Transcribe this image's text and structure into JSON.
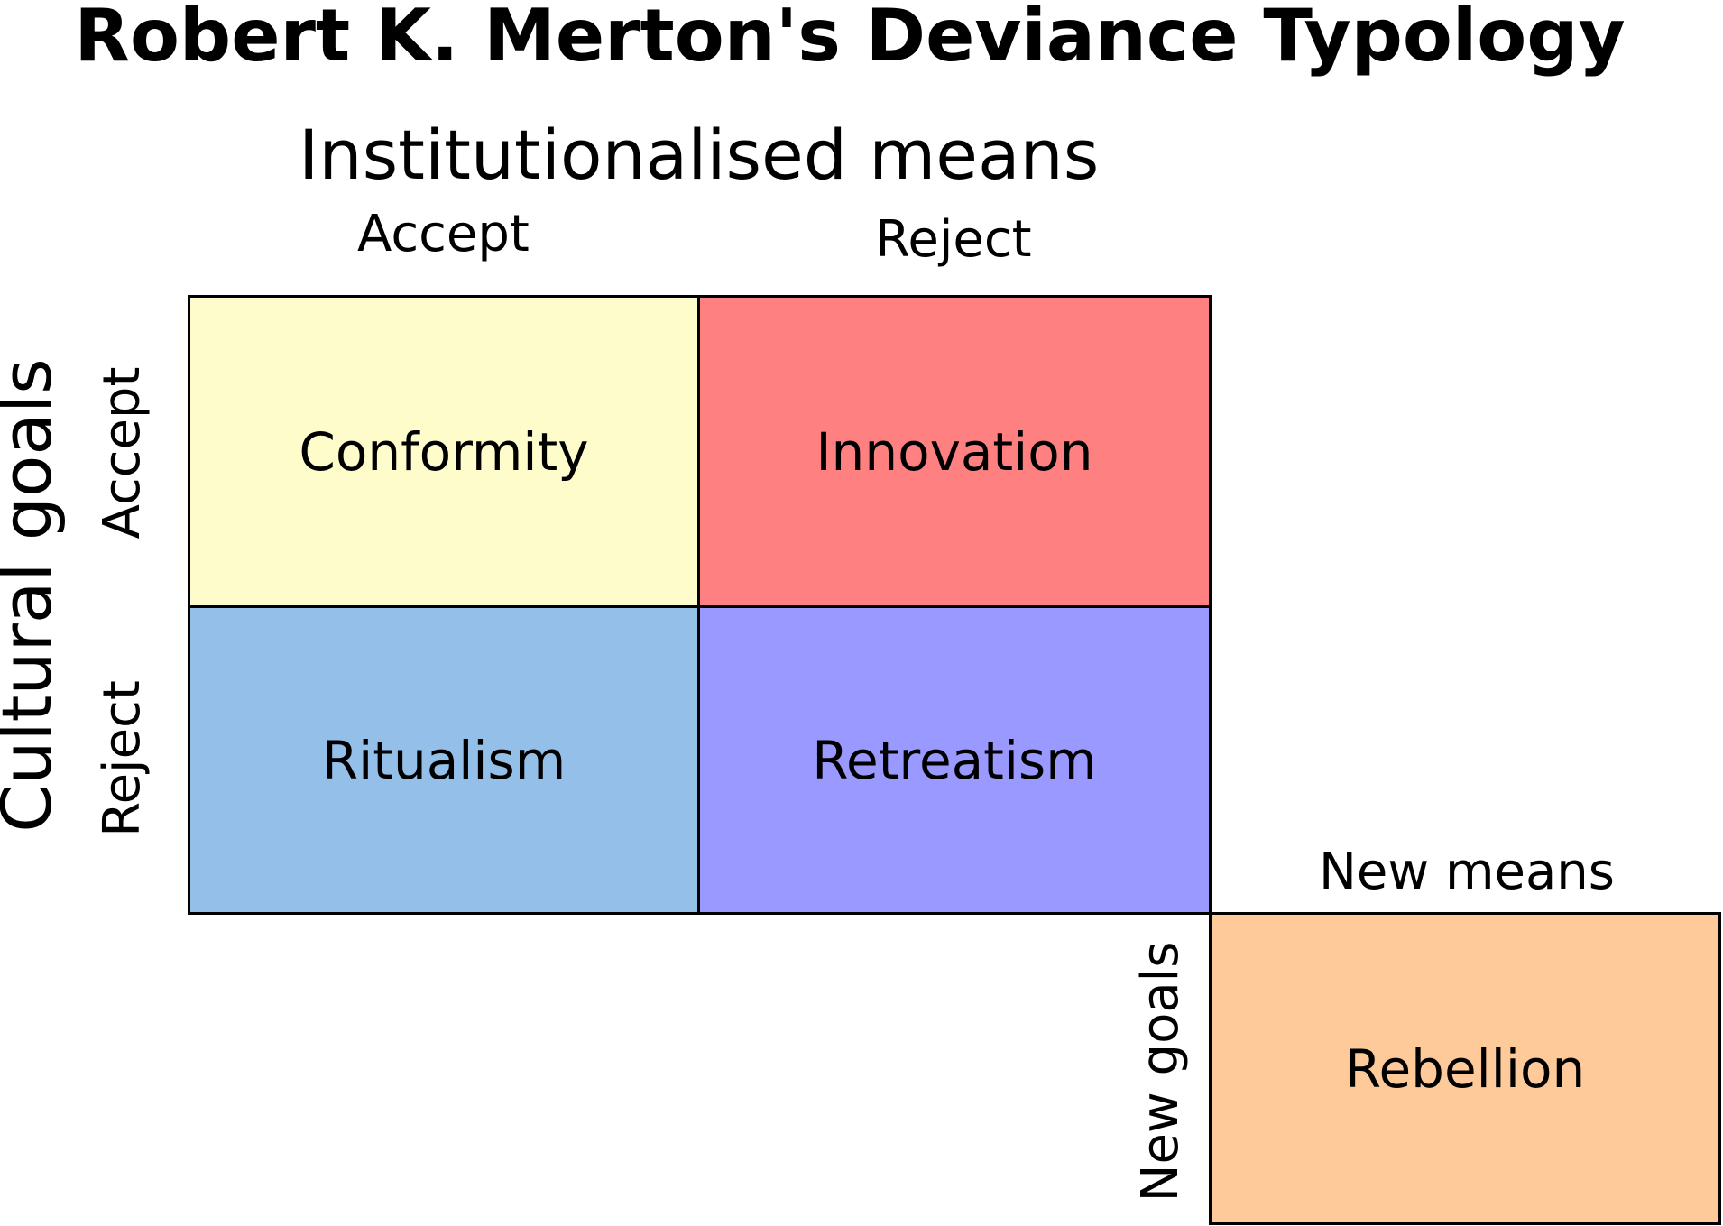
{
  "title": "Robert K. Merton's Deviance Typology",
  "columns": {
    "heading": "Institutionalised means",
    "accept": "Accept",
    "reject": "Reject"
  },
  "rows": {
    "heading": "Cultural goals",
    "accept": "Accept",
    "reject": "Reject"
  },
  "cells": {
    "conformity": "Conformity",
    "innovation": "Innovation",
    "ritualism": "Ritualism",
    "retreatism": "Retreatism",
    "rebellion": "Rebellion"
  },
  "rebellion_axes": {
    "new_means": "New means",
    "new_goals": "New goals"
  },
  "colors": {
    "conformity": "#fdfcca",
    "innovation": "#ff8080",
    "ritualism": "#93bfe9",
    "retreatism": "#9999ff",
    "rebellion": "#ffca99",
    "border": "#000000"
  }
}
